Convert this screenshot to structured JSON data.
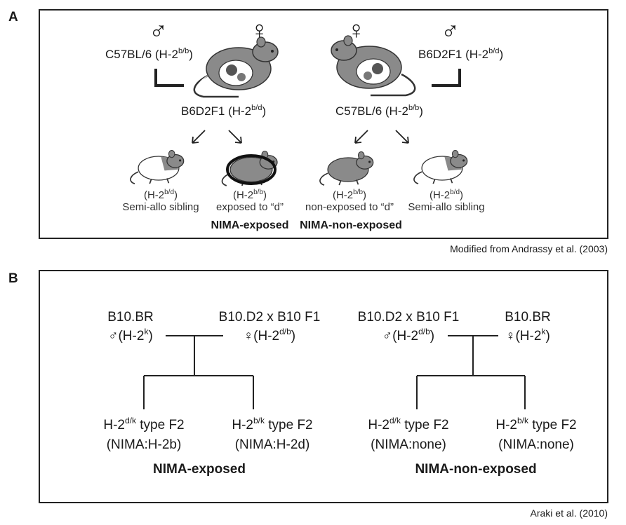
{
  "panel_a": {
    "letter": "A",
    "male_symbol": "♂",
    "female_symbol": "♀",
    "cross1": {
      "male_parent": "C57BL/6 (H-2",
      "male_parent_sup": "b/b",
      "female_parent": "B6D2F1 (H-2",
      "female_parent_sup": "b/d"
    },
    "cross2": {
      "male_parent": "B6D2F1 (H-2",
      "male_parent_sup": "b/d",
      "female_parent": "C57BL/6 (H-2",
      "female_parent_sup": "b/b"
    },
    "offspring": [
      {
        "haplo": "(H-2",
        "sup": "b/d",
        "close": ")",
        "desc": "Semi-allo sibling"
      },
      {
        "haplo": "(H-2",
        "sup": "b/b",
        "close": ")",
        "desc": "exposed to “d”"
      },
      {
        "haplo": "(H-2",
        "sup": "b/b",
        "close": ")",
        "desc": "non-exposed to “d”"
      },
      {
        "haplo": "(H-2",
        "sup": "b/d",
        "close": ")",
        "desc": "Semi-allo sibling"
      }
    ],
    "group_exposed": "NIMA-exposed",
    "group_non_exposed": "NIMA-non-exposed",
    "credit": "Modified from Andrassy et al. (2003)"
  },
  "panel_b": {
    "letter": "B",
    "cross1": {
      "male_strain": "B10.BR",
      "male_haplo": "♂(H-2",
      "male_sup": "k",
      "female_strain": "B10.D2 x B10 F1",
      "female_haplo": "♀(H-2",
      "female_sup": "d/b"
    },
    "cross2": {
      "male_strain": "B10.D2 x B10 F1",
      "male_haplo": "♂(H-2",
      "male_sup": "d/b",
      "female_strain": "B10.BR",
      "female_haplo": "♀(H-2",
      "female_sup": "k"
    },
    "offspring": [
      {
        "type": "H-2",
        "sup": "d/k",
        "suffix": " type F2",
        "nima": "(NIMA:H-2b)"
      },
      {
        "type": "H-2",
        "sup": "b/k",
        "suffix": " type F2",
        "nima": "(NIMA:H-2d)"
      },
      {
        "type": "H-2",
        "sup": "d/k",
        "suffix": " type F2",
        "nima": "(NIMA:none)"
      },
      {
        "type": "H-2",
        "sup": "b/k",
        "suffix": " type F2",
        "nima": "(NIMA:none)"
      }
    ],
    "group_exposed": "NIMA-exposed",
    "group_non_exposed": "NIMA-non-exposed",
    "credit": "Araki et al. (2010)"
  }
}
